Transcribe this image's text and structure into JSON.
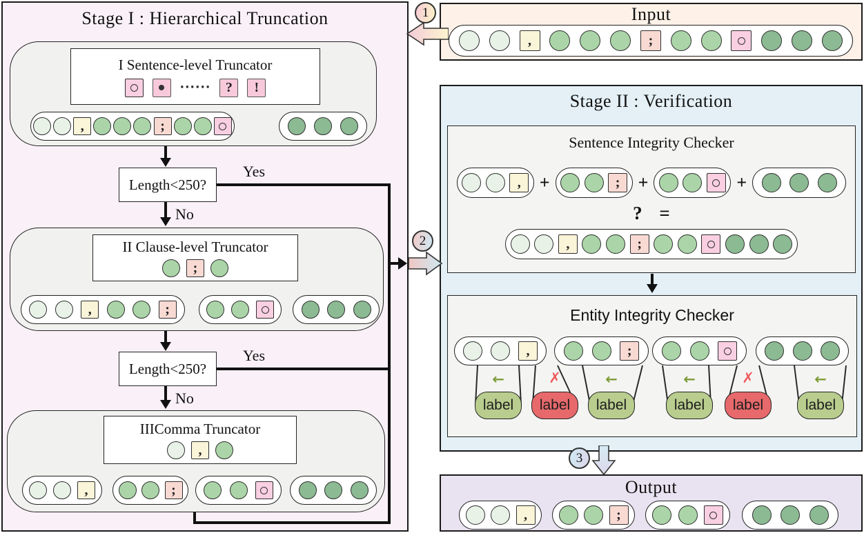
{
  "stage1": {
    "title": "Stage I : Hierarchical Truncation",
    "yes": "Yes",
    "no": "No",
    "truncator1": {
      "title": "I Sentence-level Truncator",
      "punct": [
        "period",
        "dot",
        "ell",
        "q",
        "ex"
      ]
    },
    "seq1a": [
      "light",
      "light",
      "comma",
      "mid",
      "mid",
      "mid",
      "semi",
      "mid",
      "mid",
      "period"
    ],
    "seq1b": [
      "dark",
      "dark",
      "dark"
    ],
    "decision1": "Length<250?",
    "truncator2": {
      "title": "II Clause-level Truncator",
      "demo": [
        "mid",
        "semi",
        "mid"
      ]
    },
    "seq2a": [
      "light",
      "light",
      "comma",
      "mid",
      "mid",
      "semi"
    ],
    "seq2b": [
      "mid",
      "mid",
      "period"
    ],
    "seq2c": [
      "dark",
      "dark",
      "dark"
    ],
    "decision2": "Length<250?",
    "truncator3": {
      "title": "IIIComma Truncator",
      "demo": [
        "light",
        "comma",
        "mid"
      ]
    },
    "seq3a": [
      "light",
      "light",
      "comma"
    ],
    "seq3b": [
      "mid",
      "mid",
      "semi"
    ],
    "seq3c": [
      "mid",
      "mid",
      "period"
    ],
    "seq3d": [
      "dark",
      "dark",
      "dark"
    ]
  },
  "input": {
    "title": "Input",
    "seq": [
      "light",
      "light",
      "comma",
      "mid",
      "mid",
      "mid",
      "semi",
      "mid",
      "mid",
      "period",
      "dark",
      "dark",
      "dark"
    ]
  },
  "stage2": {
    "title": "Stage II : Verification",
    "sentence_checker": {
      "title": "Sentence Integrity Checker",
      "plus": "+",
      "question_equals": "? =",
      "part1": [
        "light",
        "light",
        "comma"
      ],
      "part2": [
        "mid",
        "mid",
        "semi"
      ],
      "part3": [
        "mid",
        "mid",
        "period"
      ],
      "part4": [
        "dark",
        "dark",
        "dark"
      ],
      "concat": [
        "light",
        "light",
        "comma",
        "mid",
        "mid",
        "semi",
        "mid",
        "mid",
        "period",
        "dark",
        "dark",
        "dark"
      ]
    },
    "entity_checker": {
      "title": "Entity Integrity Checker",
      "part1": [
        "light",
        "light",
        "comma"
      ],
      "part2": [
        "mid",
        "mid",
        "semi"
      ],
      "part3": [
        "mid",
        "mid",
        "period"
      ],
      "part4": [
        "dark",
        "dark",
        "dark"
      ],
      "ok_icon": "←",
      "bad_icon": "✗",
      "labels": [
        {
          "text": "label",
          "status": "ok"
        },
        {
          "text": "label",
          "status": "bad"
        },
        {
          "text": "label",
          "status": "ok"
        },
        {
          "text": "label",
          "status": "ok"
        },
        {
          "text": "label",
          "status": "bad"
        },
        {
          "text": "label",
          "status": "ok"
        }
      ]
    }
  },
  "output": {
    "title": "Output",
    "part1": [
      "light",
      "light",
      "comma"
    ],
    "part2": [
      "mid",
      "mid",
      "semi"
    ],
    "part3": [
      "mid",
      "mid",
      "period"
    ],
    "part4": [
      "dark",
      "dark",
      "dark"
    ]
  },
  "badges": {
    "step1": "1",
    "step2": "2",
    "step3": "3"
  },
  "colors": {
    "stage1_bg": "#faf1f8",
    "input_bg": "#fdf1e8",
    "stage2_bg": "#e4f0f6",
    "output_bg": "#e9e3f1",
    "inner_box_bg": "#f4f4f2",
    "container_bg": "#f1f1ef",
    "light_green": "#e8f2e7",
    "mid_green": "#abd5a8",
    "dark_green": "#8cba93",
    "comma_bg": "#faf4d8",
    "semi_bg": "#f9dad3",
    "period_bg": "#f9cfe1",
    "punct_bg": "#f7c9da",
    "ok_label": "#b9cd8e",
    "bad_label": "#e7696b",
    "ok_arrow": "#7d9b37",
    "bad_cross": "#ef5b5e"
  }
}
